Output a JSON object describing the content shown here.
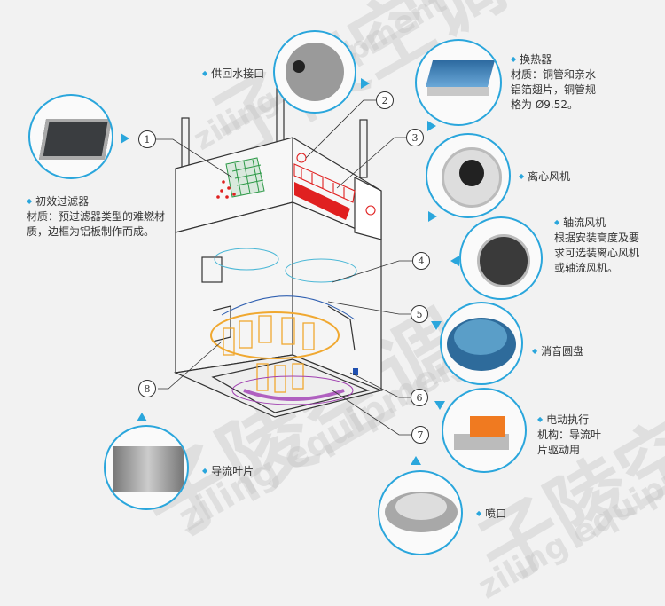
{
  "watermark": {
    "brand_cn": "子陵空调",
    "brand_en": "ziling equipment"
  },
  "accent_color": "#2aa6dc",
  "callout_numbers": [
    "1",
    "2",
    "3",
    "4",
    "5",
    "6",
    "7",
    "8"
  ],
  "components": {
    "filter": {
      "title": "初效过滤器",
      "desc": "材质：预过滤器类型的难燃材质，边框为铝板制作而成。"
    },
    "water_port": {
      "title": "供回水接口"
    },
    "heat_exchanger": {
      "title": "换热器",
      "desc": "材质：铜管和亲水铝箔翅片，铜管规格为 Ø9.52。"
    },
    "centrifugal_fan": {
      "title": "离心风机"
    },
    "axial_fan": {
      "title": "轴流风机",
      "desc": "根据安装高度及要求可选装离心风机或轴流风机。"
    },
    "muffler_disc": {
      "title": "消音圆盘"
    },
    "actuator": {
      "title": "电动执行",
      "desc": "机构：导流叶片驱动用"
    },
    "nozzle": {
      "title": "喷口"
    },
    "guide_vanes": {
      "title": "导流叶片"
    }
  }
}
